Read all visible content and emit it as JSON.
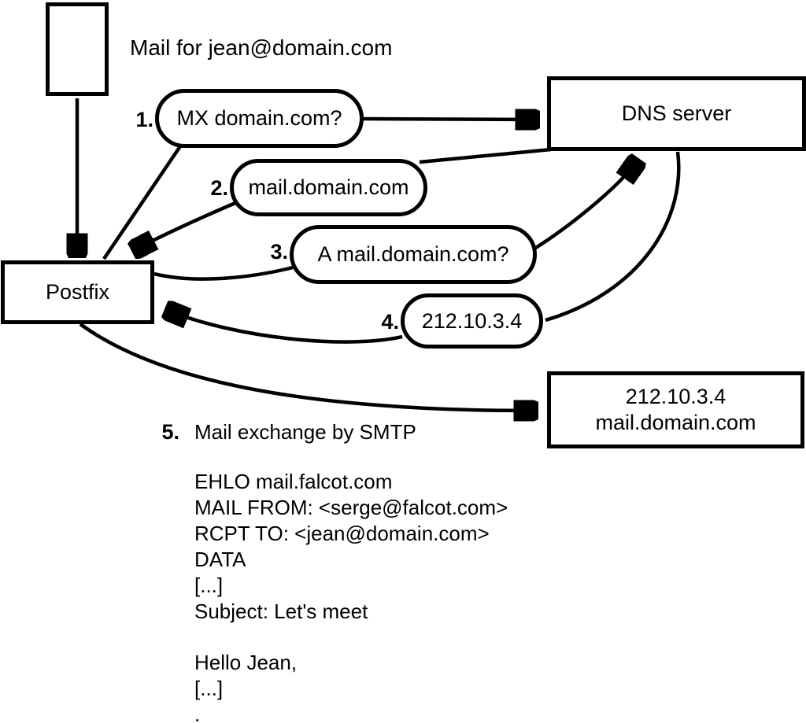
{
  "title": "Mail for jean@domain.com",
  "nodes": {
    "postfix": "Postfix",
    "dns": "DNS server",
    "mailserver_line1": "212.10.3.4",
    "mailserver_line2": "mail.domain.com"
  },
  "steps": [
    {
      "num": "1.",
      "label": "MX domain.com?"
    },
    {
      "num": "2.",
      "label": "mail.domain.com"
    },
    {
      "num": "3.",
      "label": "A mail.domain.com?"
    },
    {
      "num": "4.",
      "label": "212.10.3.4"
    },
    {
      "num": "5.",
      "label": "Mail exchange by SMTP"
    }
  ],
  "smtp_session": {
    "lines": [
      "EHLO mail.falcot.com",
      "MAIL FROM: <serge@falcot.com>",
      "RCPT TO: <jean@domain.com>",
      "DATA",
      "[...]",
      "Subject: Let's meet",
      "",
      "Hello Jean,",
      "[...]",
      "."
    ]
  },
  "colors": {
    "stroke": "#000000",
    "background": "#ffffff"
  }
}
